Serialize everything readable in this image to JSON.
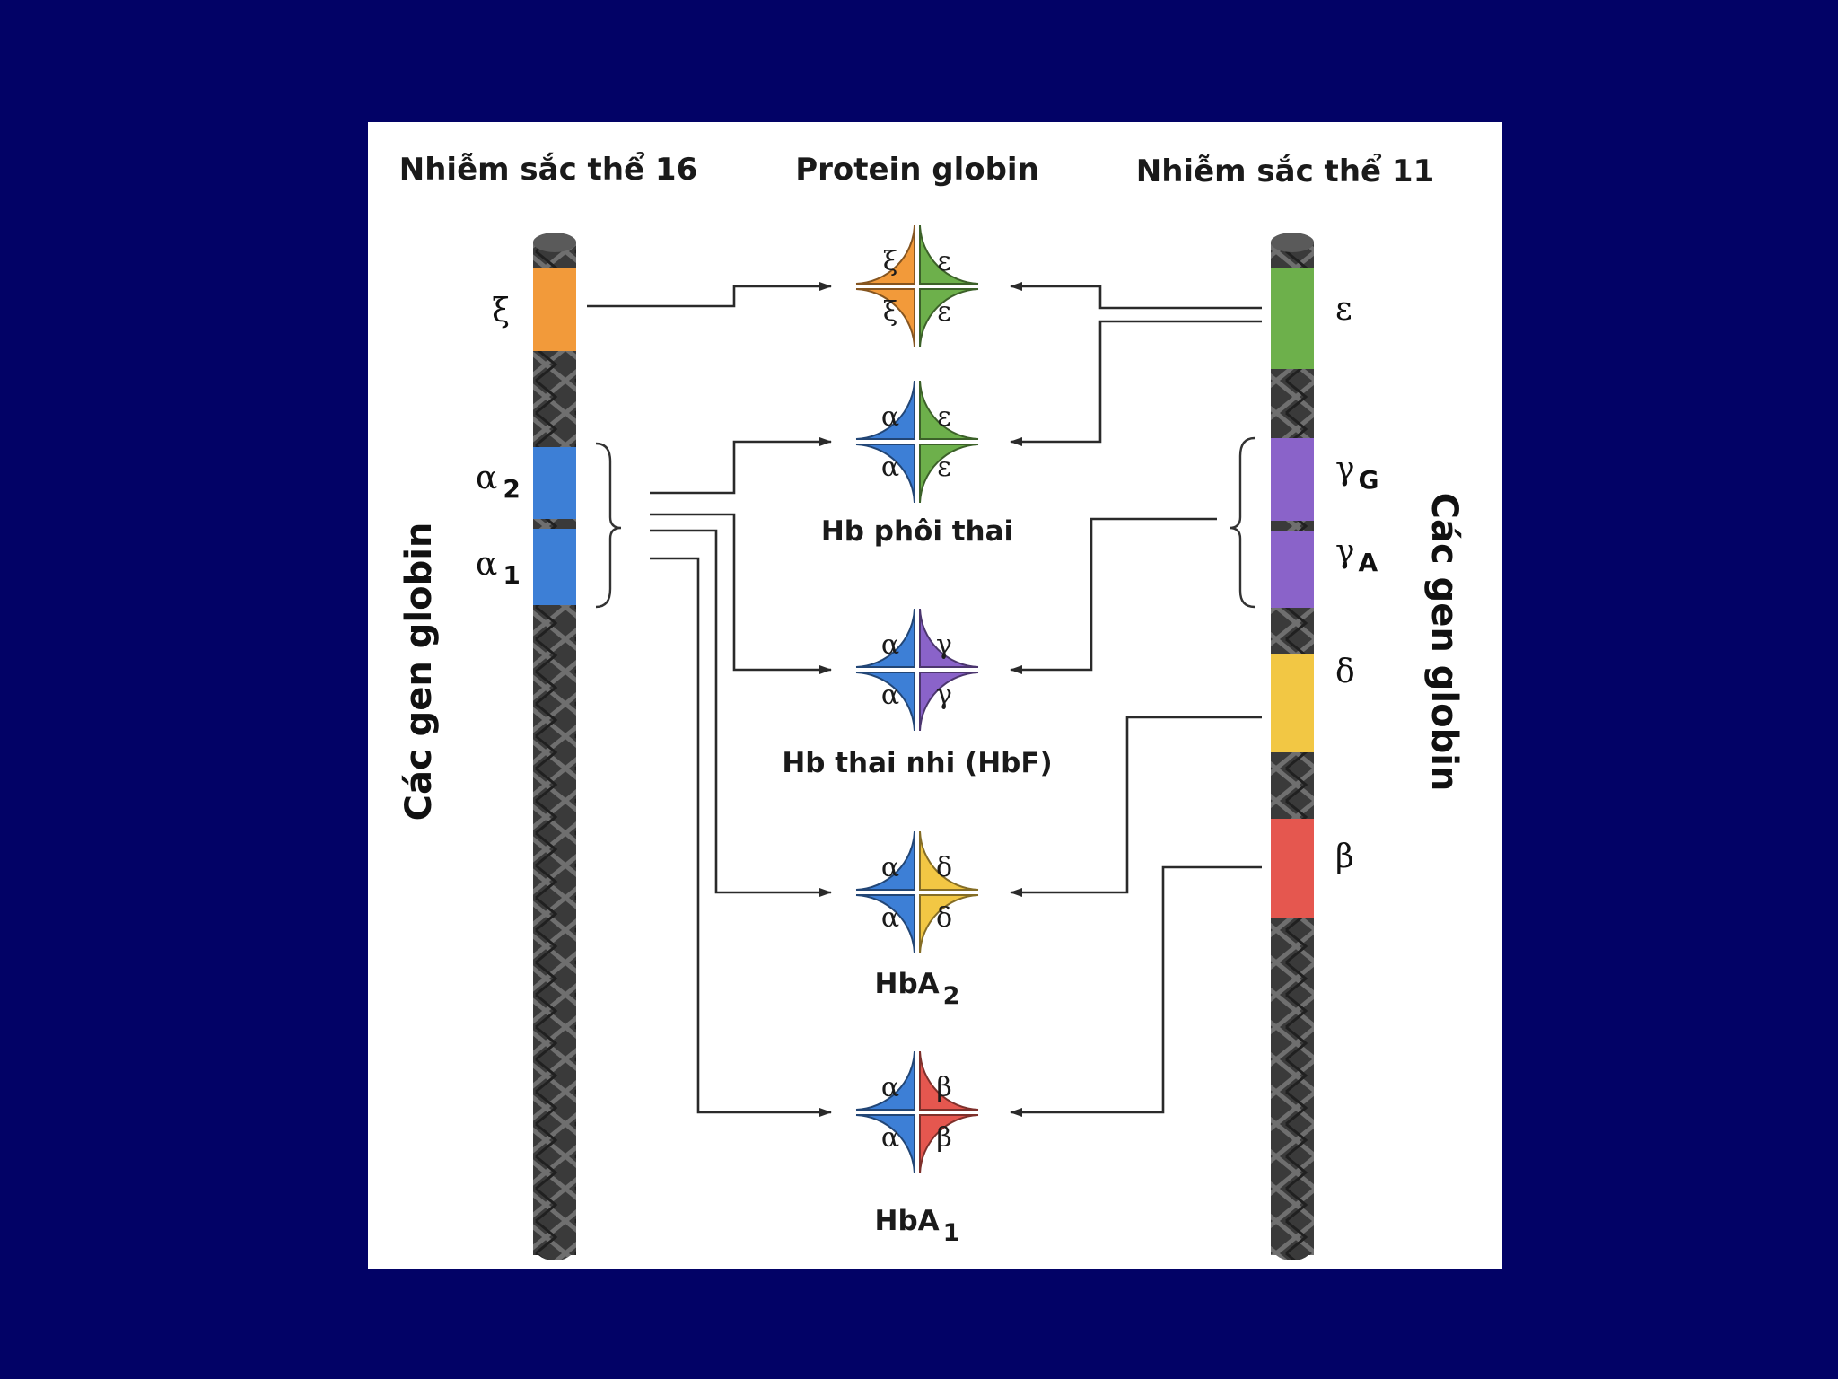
{
  "headers": {
    "chromosome_16": "Nhiễm sắc thể 16",
    "protein": "Protein globin",
    "chromosome_11": "Nhiễm sắc thể 11"
  },
  "side_labels": {
    "left": "Các gen globin",
    "right": "Các gen globin"
  },
  "genes_16": {
    "zeta": "ξ",
    "alpha2": "α",
    "alpha2_sub": "2",
    "alpha1": "α",
    "alpha1_sub": "1"
  },
  "genes_11": {
    "epsilon": "ε",
    "gammaG": "γ",
    "gammaG_sub": "G",
    "gammaA": "γ",
    "gammaA_sub": "A",
    "delta": "δ",
    "beta": "β"
  },
  "colors": {
    "background": "#020266",
    "zeta": "#f29a3a",
    "alpha": "#3d7fd6",
    "epsilon": "#6db04b",
    "gamma": "#8a63c9",
    "delta": "#f2c744",
    "beta": "#e5574f"
  },
  "hemoglobins": [
    {
      "id": "hb-zeta-epsilon",
      "chains": [
        "ξ",
        "ε",
        "ξ",
        "ε"
      ],
      "colors": [
        "zeta",
        "epsilon",
        "zeta",
        "epsilon"
      ],
      "label": "",
      "label_sub": ""
    },
    {
      "id": "hb-alpha-epsilon",
      "chains": [
        "α",
        "ε",
        "α",
        "ε"
      ],
      "colors": [
        "alpha",
        "epsilon",
        "alpha",
        "epsilon"
      ],
      "label": "Hb phôi thai",
      "label_sub": ""
    },
    {
      "id": "hbf",
      "chains": [
        "α",
        "γ",
        "α",
        "γ"
      ],
      "colors": [
        "alpha",
        "gamma",
        "alpha",
        "gamma"
      ],
      "label": "Hb thai nhi (HbF)",
      "label_sub": ""
    },
    {
      "id": "hba2",
      "chains": [
        "α",
        "δ",
        "α",
        "δ"
      ],
      "colors": [
        "alpha",
        "delta",
        "alpha",
        "delta"
      ],
      "label": "HbA",
      "label_sub": "2"
    },
    {
      "id": "hba1",
      "chains": [
        "α",
        "β",
        "α",
        "β"
      ],
      "colors": [
        "alpha",
        "beta",
        "alpha",
        "beta"
      ],
      "label": "HbA",
      "label_sub": "1"
    }
  ]
}
